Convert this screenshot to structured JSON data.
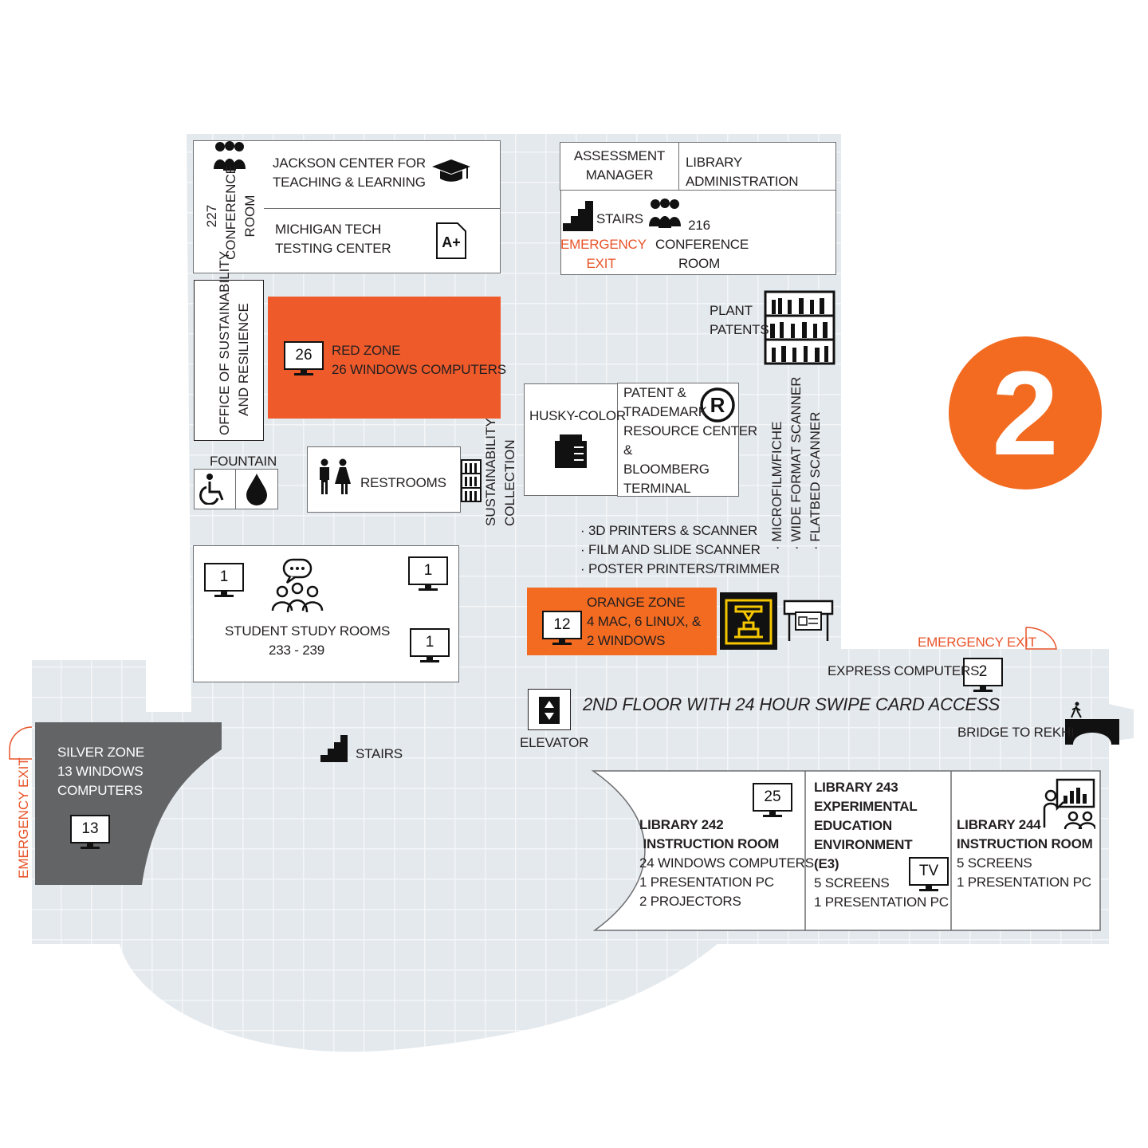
{
  "floor_badge": "2",
  "colors": {
    "floor": "#e4e9ed",
    "red_zone": "#ef5a2b",
    "orange_zone": "#f26b21",
    "silver_zone": "#636466",
    "badge": "#f26b21",
    "emergency_text": "#e8542a",
    "printer_icon": "#f6c700"
  },
  "rooms": {
    "conference_227": [
      "227",
      "CONFERENCE",
      "ROOM"
    ],
    "jackson_center": [
      "JACKSON CENTER FOR",
      "TEACHING & LEARNING"
    ],
    "testing_center": [
      "MICHIGAN TECH",
      "TESTING CENTER"
    ],
    "assessment_manager": [
      "ASSESSMENT",
      "MANAGER"
    ],
    "library_admin": [
      "LIBRARY",
      "ADMINISTRATION"
    ],
    "stairs_top": "STAIRS",
    "emergency_exit_top": [
      "EMERGENCY",
      "EXIT"
    ],
    "conference_216": [
      "216",
      "CONFERENCE",
      "ROOM"
    ],
    "plant_patents": [
      "PLANT",
      "PATENTS"
    ],
    "sustainability_office": [
      "OFFICE OF SUSTAINABILITY",
      "AND RESILIENCE"
    ],
    "red_zone": {
      "count": "26",
      "lines": [
        "RED ZONE",
        "26 WINDOWS COMPUTERS"
      ]
    },
    "husky_color": "HUSKY-COLOR",
    "patent_center": [
      "PATENT &",
      "TRADEMARK",
      "RESOURCE CENTER",
      "&",
      "BLOOMBERG",
      "TERMINAL"
    ],
    "fountain": "FOUNTAIN",
    "restrooms": "RESTROOMS",
    "sustainability_collection": [
      "SUSTAINABILITY",
      "COLLECTION"
    ],
    "scanners": [
      "·  MICROFILM/FICHE",
      "·  WIDE FORMAT SCANNER",
      "·  FLATBED SCANNER"
    ],
    "makerspace": [
      "3D PRINTERS & SCANNER",
      "FILM AND SLIDE SCANNER",
      "POSTER PRINTERS/TRIMMER"
    ],
    "study_rooms": {
      "lines": [
        "STUDENT STUDY ROOMS",
        "233 - 239"
      ],
      "monitors": [
        "1",
        "1",
        "1"
      ]
    },
    "orange_zone": {
      "count": "12",
      "lines": [
        "ORANGE ZONE",
        "4 MAC, 6 LINUX, &",
        "2 WINDOWS"
      ]
    },
    "emergency_exit_right": "EMERGENCY EXIT",
    "express_computers": {
      "label": "EXPRESS COMPUTERS",
      "count": "2"
    },
    "access_note": "2ND FLOOR WITH 24 HOUR SWIPE CARD ACCESS",
    "elevator": "ELEVATOR",
    "bridge": "BRIDGE TO REKHI",
    "stairs_mid": "STAIRS",
    "silver_zone": {
      "count": "13",
      "lines": [
        "SILVER ZONE",
        "13 WINDOWS",
        "COMPUTERS"
      ]
    },
    "emergency_exit_left": "EMERGENCY EXIT",
    "library_242": {
      "count": "25",
      "title": [
        "LIBRARY 242",
        " INSTRUCTION ROOM"
      ],
      "details": [
        "24 WINDOWS COMPUTERS",
        "1 PRESENTATION PC",
        "2 PROJECTORS"
      ]
    },
    "library_243": {
      "tv": "TV",
      "title": [
        "LIBRARY 243",
        "EXPERIMENTAL",
        "EDUCATION",
        "ENVIRONMENT",
        "(E3)"
      ],
      "details": [
        "5 SCREENS",
        "1 PRESENTATION PC"
      ]
    },
    "library_244": {
      "title": [
        "LIBRARY 244",
        "INSTRUCTION ROOM"
      ],
      "details": [
        "5 SCREENS",
        "1 PRESENTATION PC"
      ]
    }
  },
  "icons": [
    "people-group-icon",
    "graduation-cap-icon",
    "grade-a-plus-icon",
    "stairs-icon",
    "registered-mark-icon",
    "bookshelf-icon",
    "copier-icon",
    "wheelchair-icon",
    "water-drop-icon",
    "restroom-icon",
    "chat-group-icon",
    "3d-printer-icon",
    "plotter-icon",
    "elevator-icon",
    "walking-person-icon",
    "bridge-icon",
    "presentation-icon",
    "monitor-icon"
  ]
}
